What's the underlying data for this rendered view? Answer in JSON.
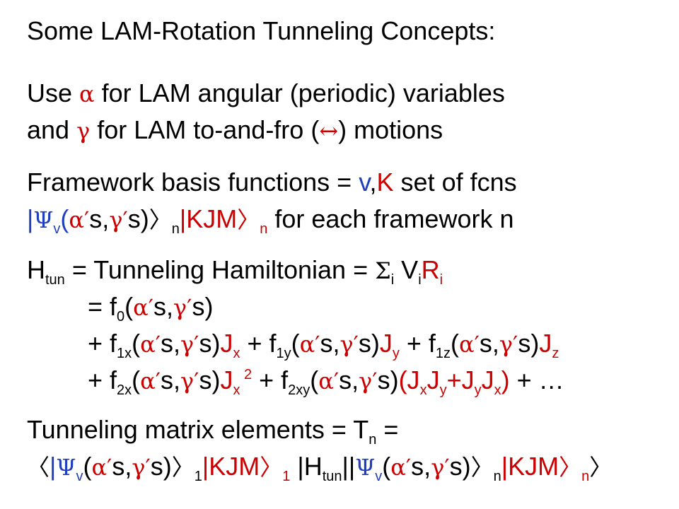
{
  "slide": {
    "title": "Some LAM-Rotation Tunneling Concepts:",
    "use_alpha_line": {
      "text_a": "Use ",
      "alpha": "α",
      "text_b": " for LAM angular (periodic) variables"
    },
    "use_gamma_line": {
      "text_a": "and ",
      "gamma": "γ",
      "text_b": " for LAM to-and-fro (",
      "arrow": "↔",
      "text_c": ") motions"
    },
    "framework_line": {
      "text_a": "Framework basis functions = ",
      "v": "v",
      "comma": ",",
      "K": "K",
      "text_b": " set of fcns"
    },
    "basis_line": {
      "bar": "|",
      "psi": "Ψ",
      "sub_v": "v",
      "open": "(",
      "a_prime": "α′",
      "s1": "s,",
      "g_prime": "γ′",
      "s2": "s)",
      "ket": "〉",
      "sub_n": "n",
      "kjm": "|KJM",
      "ket2": "〉",
      "sub_n2": "n",
      "tail": " for each framework n"
    },
    "htun_line": {
      "H": "H",
      "sub_tun": "tun",
      "text_a": " = Tunneling Hamiltonian = ",
      "sigma": "Σ",
      "sub_i": "i",
      "V": " V",
      "sub_i2": "i",
      "R": "R",
      "sub_i3": "i"
    },
    "f0_line": {
      "text_a": "= f",
      "sub_0": "0",
      "open": "(",
      "a_prime": "α′",
      "s1": "s,",
      "g_prime": "γ′",
      "s2": "s)"
    },
    "f1_line": {
      "plus": "+ f",
      "sub_1x": "1x",
      "p1": "(",
      "a1": "α′",
      "s1": "s,",
      "g1": "γ′",
      "s1b": "s)",
      "Jx": "J",
      "sub_x": "x",
      "plus2": " + f",
      "sub_1y": "1y",
      "p2": "(",
      "a2": "α′",
      "s2": "s,",
      "g2": "γ′",
      "s2b": "s)",
      "Jy": "J",
      "sub_y": "y",
      "plus3": " + f",
      "sub_1z": "1z",
      "p3": "(",
      "a3": "α′",
      "s3": "s,",
      "g3": "γ′",
      "s3b": "s)",
      "Jz": "J",
      "sub_z": "z"
    },
    "f2_line": {
      "plus": "+ f",
      "sub_2x": "2x",
      "p1": "(",
      "a1": "α′",
      "s1": "s,",
      "g1": "γ′",
      "s1b": "s)",
      "Jx": "J",
      "sub_x": "x",
      "sup_2": " 2",
      "plus2": " + f",
      "sub_2xy": "2xy",
      "p2": "(",
      "a2": "α′",
      "s2": "s,",
      "g2": "γ′",
      "s2b": "s)",
      "open_j": "(J",
      "sub_jx": "x",
      "Jy": "J",
      "sub_jy": "y",
      "plus_j": "+J",
      "sub_jy2": "y",
      "Jx2": "J",
      "sub_jx2": "x",
      "close_j": ")",
      "tail": " + …"
    },
    "tme_line": {
      "text_a": "Tunneling matrix elements = T",
      "sub_n": "n",
      "text_b": " ="
    },
    "bracket_line": {
      "bra": "〈",
      "bar": "|",
      "psi": "Ψ",
      "sub_v": "v",
      "open": "(",
      "a1": "α′",
      "s1": "s,",
      "g1": "γ′",
      "s1b": "s)",
      "ket1": "〉",
      "sub_1": "1",
      "kjm1": "|KJM",
      "ket2": "〉",
      "sub_1b": "1",
      "H": " |H",
      "sub_tun": "tun",
      "bars": "||",
      "psi2": "Ψ",
      "sub_v2": "v",
      "open2": "(",
      "a2": "α′",
      "s2": "s,",
      "g2": "γ′",
      "s2b": "s)",
      "ket3": "〉",
      "sub_n": "n",
      "kjm2": "|KJM",
      "ket4": "〉",
      "sub_n2": "n",
      "ket5": "〉"
    }
  }
}
